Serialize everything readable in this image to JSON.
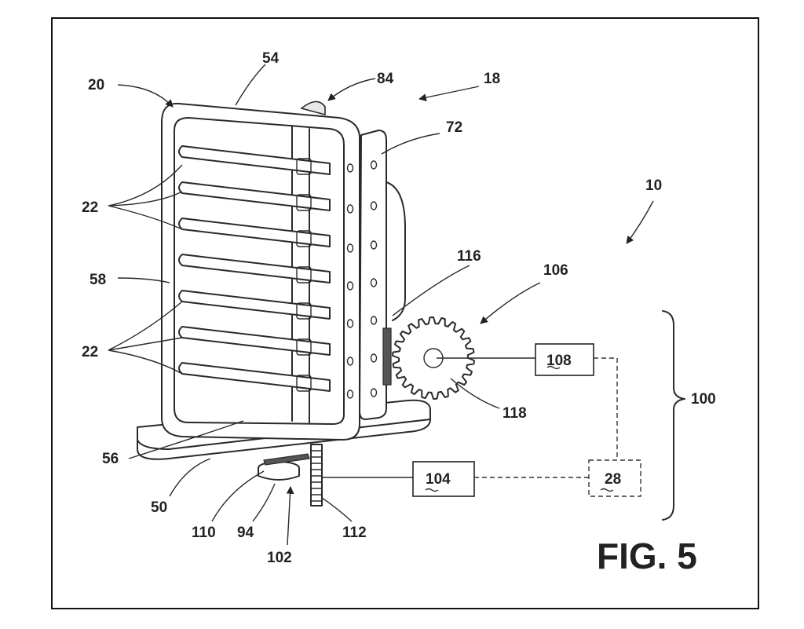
{
  "figure_title": "FIG. 5",
  "labels": {
    "l54": "54",
    "l84": "84",
    "l18": "18",
    "l20": "20",
    "l72": "72",
    "l10": "10",
    "l22a": "22",
    "l22b": "22",
    "l58": "58",
    "l116": "116",
    "l106": "106",
    "l100": "100",
    "l108": "108",
    "l118": "118",
    "l56": "56",
    "l104": "104",
    "l28": "28",
    "l50": "50",
    "l110": "110",
    "l94": "94",
    "l112": "112",
    "l102": "102"
  }
}
